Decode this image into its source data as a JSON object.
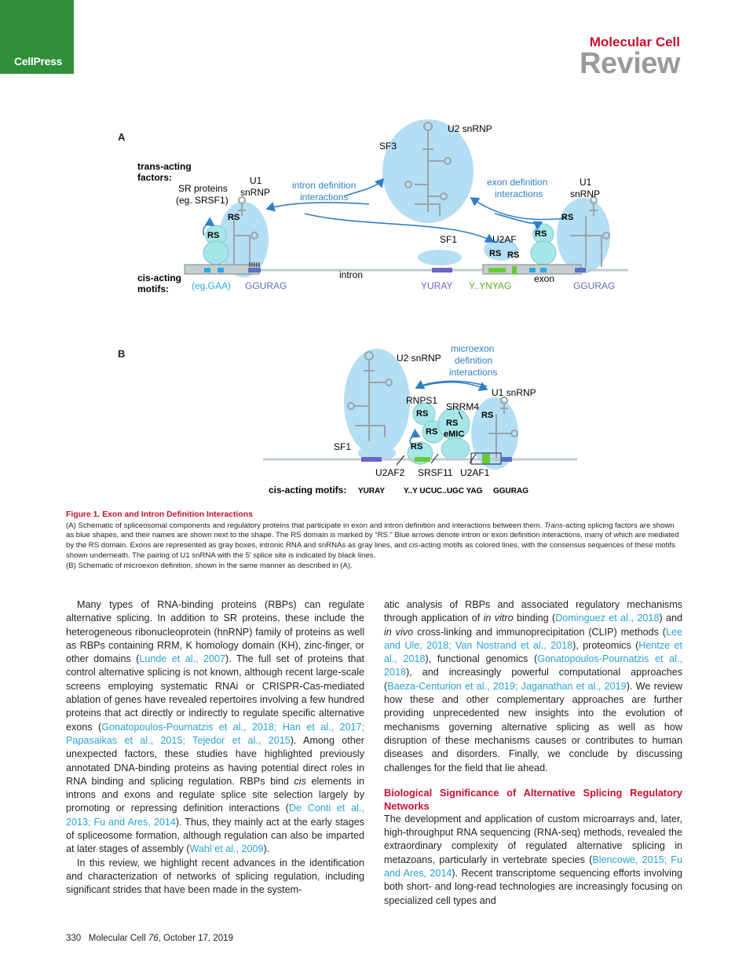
{
  "header": {
    "logo": "CellPress",
    "journal": "Molecular Cell",
    "section": "Review"
  },
  "figure": {
    "panel_a": "A",
    "panel_b": "B",
    "a_labels": {
      "trans_acting_1": "trans-acting",
      "trans_acting_2": "factors:",
      "sr_proteins_1": "SR proteins",
      "sr_proteins_2": "(eg. SRSF1)",
      "u1_left_1": "U1",
      "u1_left_2": "snRNP",
      "rs": "RS",
      "intron_def_1": "intron definition",
      "intron_def_2": "interactions",
      "sf3": "SF3",
      "u2_snrnp": "U2 snRNP",
      "exon_def_1": "exon definition",
      "exon_def_2": "interactions",
      "u1_right_1": "U1",
      "u1_right_2": "snRNP",
      "sf1": "SF1",
      "u2af": "U2AF",
      "cis_acting_1": "cis-acting",
      "cis_acting_2": "motifs:",
      "intron": "intron",
      "exon": "exon",
      "motif_gaa": "(eg.GAA)",
      "motif_gg_left": "GGURAG",
      "motif_yuray": "YURAY",
      "motif_ynyag": "Y..YNYAG",
      "motif_gg_right": "GGURAG"
    },
    "b_labels": {
      "microexon_1": "microexon",
      "microexon_2": "definition",
      "microexon_3": "interactions",
      "u2_snrnp": "U2 snRNP",
      "u1_snrnp": "U1 snRNP",
      "rnps1": "RNPS1",
      "srrm4": "SRRM4",
      "emic": "eMIC",
      "rs": "RS",
      "sf1": "SF1",
      "u2af2": "U2AF2",
      "srsf11": "SRSF11",
      "u2af1": "U2AF1",
      "cis_acting": "cis-acting motifs:",
      "yuray": "YURAY",
      "ucuc": "Y..Y UCUC..UGC YAG",
      "gg": "GGURAG"
    },
    "colors": {
      "blob": "#b3def3",
      "protein": "#a7e6e8",
      "rna": "#9aa4a8",
      "arrow": "#2f7fc8",
      "motif_gaa": "#29abe2",
      "motif_gg": "#5b6fc4",
      "motif_yuray": "#6d63c8",
      "motif_ynyag": "#66cc33"
    }
  },
  "caption": {
    "title": "Figure 1. Exon and Intron Definition Interactions",
    "a_1": "(A) Schematic of spliceosomal components and regulatory proteins that participate in exon and intron definition and interactions between them. ",
    "a_trans": "Trans",
    "a_2": "-acting splicing factors are shown as blue shapes, and their names are shown next to the shape. The RS domain is marked by “RS.” Blue arrows denote intron or exon definition interactions, many of which are mediated by the RS domain. Exons are represented as gray boxes, intronic RNA and snRNAs as gray lines, and ",
    "a_cis": "cis",
    "a_3": "-acting motifs as colored lines, with the consensus sequences of these motifs shown underneath. The pairing of U1 snRNA with the 5′ splice site is indicated by black lines.",
    "b": "(B) Schematic of microexon definition, shown in the same manner as described in (A)."
  },
  "left_col": {
    "p1_1": "Many types of RNA-binding proteins (RBPs) can regulate alternative splicing. In addition to SR proteins, these include the heterogeneous ribonucleoprotein (hnRNP) family of proteins as well as RBPs containing RRM, K homology domain (KH), zinc-finger, or other domains (",
    "p1_r1": "Lunde et al., 2007",
    "p1_2": "). The full set of proteins that control alternative splicing is not known, although recent large-scale screens employing systematic RNAi or CRISPR-Cas-mediated ablation of genes have revealed repertoires involving a few hundred proteins that act directly or indirectly to regulate specific alternative exons (",
    "p1_r2": "Gonatopoulos-Pournatzis et al., 2018; Han et al., 2017; Papasaikas et al., 2015; Tejedor et al., 2015",
    "p1_3": "). Among other unexpected factors, these studies have highlighted previously annotated DNA-binding proteins as having potential direct roles in RNA binding and splicing regulation. RBPs bind ",
    "p1_cis": "cis",
    "p1_4": " elements in introns and exons and regulate splice site selection largely by promoting or repressing definition interactions (",
    "p1_r3": "De Conti et al., 2013; Fu and Ares, 2014",
    "p1_5": "). Thus, they mainly act at the early stages of spliceosome formation, although regulation can also be imparted at later stages of assembly (",
    "p1_r4": "Wahl et al., 2009",
    "p1_6": ").",
    "p2": "In this review, we highlight recent advances in the identification and characterization of networks of splicing regulation, including significant strides that have been made in the system-"
  },
  "right_col": {
    "p1_1": "atic analysis of RBPs and associated regulatory mechanisms through application of ",
    "p1_invitro": "in vitro",
    "p1_2": " binding (",
    "p1_r1": "Dominguez et al., 2018",
    "p1_3": ") and ",
    "p1_invivo": "in vivo",
    "p1_4": " cross-linking and immunoprecipitation (CLIP) methods (",
    "p1_r2": "Lee and Ule, 2018; Van Nostrand et al., 2018",
    "p1_5": "), proteomics (",
    "p1_r3": "Hentze et al., 2018",
    "p1_6": "), functional genomics (",
    "p1_r4": "Gonatopoulos-Pournatzis et al., 2018",
    "p1_7": "), and increasingly powerful computational approaches (",
    "p1_r5": "Baeza-Centurion et al., 2019; Jaganathan et al., 2019",
    "p1_8": "). We review how these and other complementary approaches are further providing unprecedented new insights into the evolution of mechanisms governing alternative splicing as well as how disruption of these mechanisms causes or contributes to human diseases and disorders. Finally, we conclude by discussing challenges for the field that lie ahead.",
    "heading": "Biological Significance of Alternative Splicing Regulatory Networks",
    "p2_1": "The development and application of custom microarrays and, later, high-throughput RNA sequencing (RNA-seq) methods, revealed the extraordinary complexity of regulated alternative splicing in metazoans, particularly in vertebrate species (",
    "p2_r1": "Blencowe, 2015; Fu and Ares, 2014",
    "p2_2": "). Recent transcriptome sequencing efforts involving both short- and long-read technologies are increasingly focusing on specialized cell types and"
  },
  "footer": {
    "page": "330",
    "journal": "Molecular Cell",
    "volume": "76",
    "date": ", October 17, 2019"
  }
}
